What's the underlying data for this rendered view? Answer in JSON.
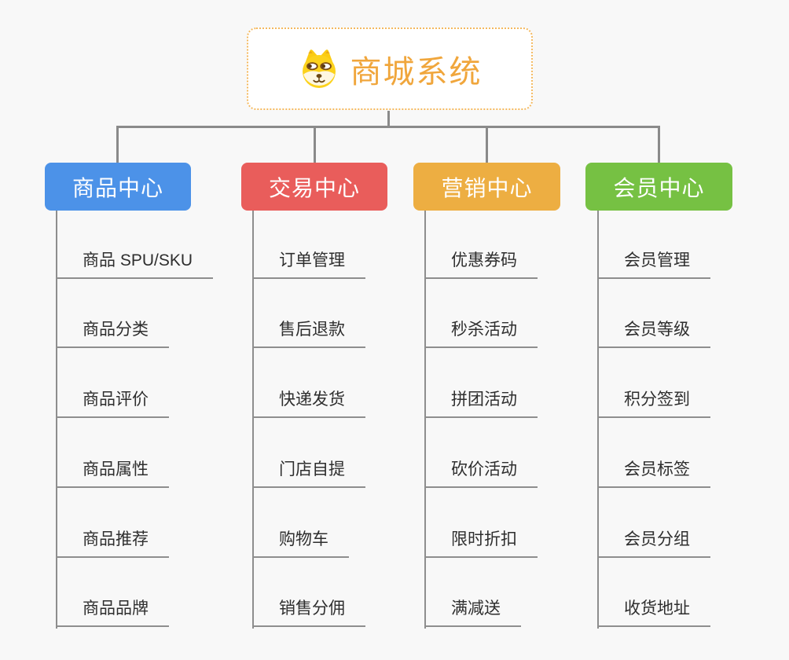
{
  "app": {
    "background_color": "#F8F8F8",
    "connector_color": "#8A8A8A"
  },
  "root": {
    "title": "商城系统",
    "icon": "dog-icon",
    "text_color": "#F0A63C",
    "border_color": "#F4B95F"
  },
  "branches": [
    {
      "label": "商品中心",
      "color": "#4C92E8",
      "children": [
        "商品 SPU/SKU",
        "商品分类",
        "商品评价",
        "商品属性",
        "商品推荐",
        "商品品牌"
      ]
    },
    {
      "label": "交易中心",
      "color": "#E95D5B",
      "children": [
        "订单管理",
        "售后退款",
        "快递发货",
        "门店自提",
        "购物车",
        "销售分佣"
      ]
    },
    {
      "label": "营销中心",
      "color": "#EDAE42",
      "children": [
        "优惠券码",
        "秒杀活动",
        "拼团活动",
        "砍价活动",
        "限时折扣",
        "满减送"
      ]
    },
    {
      "label": "会员中心",
      "color": "#76C143",
      "children": [
        "会员管理",
        "会员等级",
        "积分签到",
        "会员标签",
        "会员分组",
        "收货地址"
      ]
    }
  ]
}
